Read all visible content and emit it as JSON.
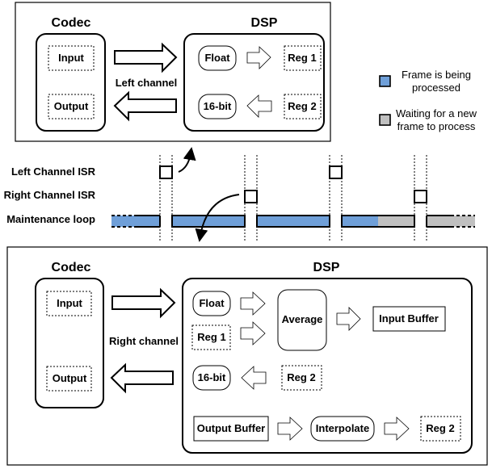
{
  "colors": {
    "processing": "#6f9fd8",
    "waiting": "#c0c0c0"
  },
  "top_panel": {
    "codec_title": "Codec",
    "dsp_title": "DSP",
    "codec_input": "Input",
    "codec_output": "Output",
    "channel_label": "Left channel",
    "float": "Float",
    "reg1": "Reg 1",
    "bit16": "16-bit",
    "reg2": "Reg 2"
  },
  "legend": {
    "processing_line1": "Frame is being",
    "processing_line2": "processed",
    "waiting_line1": "Waiting for a new",
    "waiting_line2": "frame to process"
  },
  "timeline": {
    "left_isr_label": "Left Channel ISR",
    "right_isr_label": "Right Channel ISR",
    "maintenance_label": "Maintenance loop"
  },
  "bottom_panel": {
    "codec_title": "Codec",
    "dsp_title": "DSP",
    "codec_input": "Input",
    "codec_output": "Output",
    "channel_label": "Right channel",
    "float": "Float",
    "reg1": "Reg 1",
    "bit16": "16-bit",
    "reg2": "Reg 2",
    "average": "Average",
    "input_buffer": "Input Buffer",
    "output_buffer": "Output Buffer",
    "interpolate": "Interpolate",
    "reg2_out": "Reg 2"
  }
}
